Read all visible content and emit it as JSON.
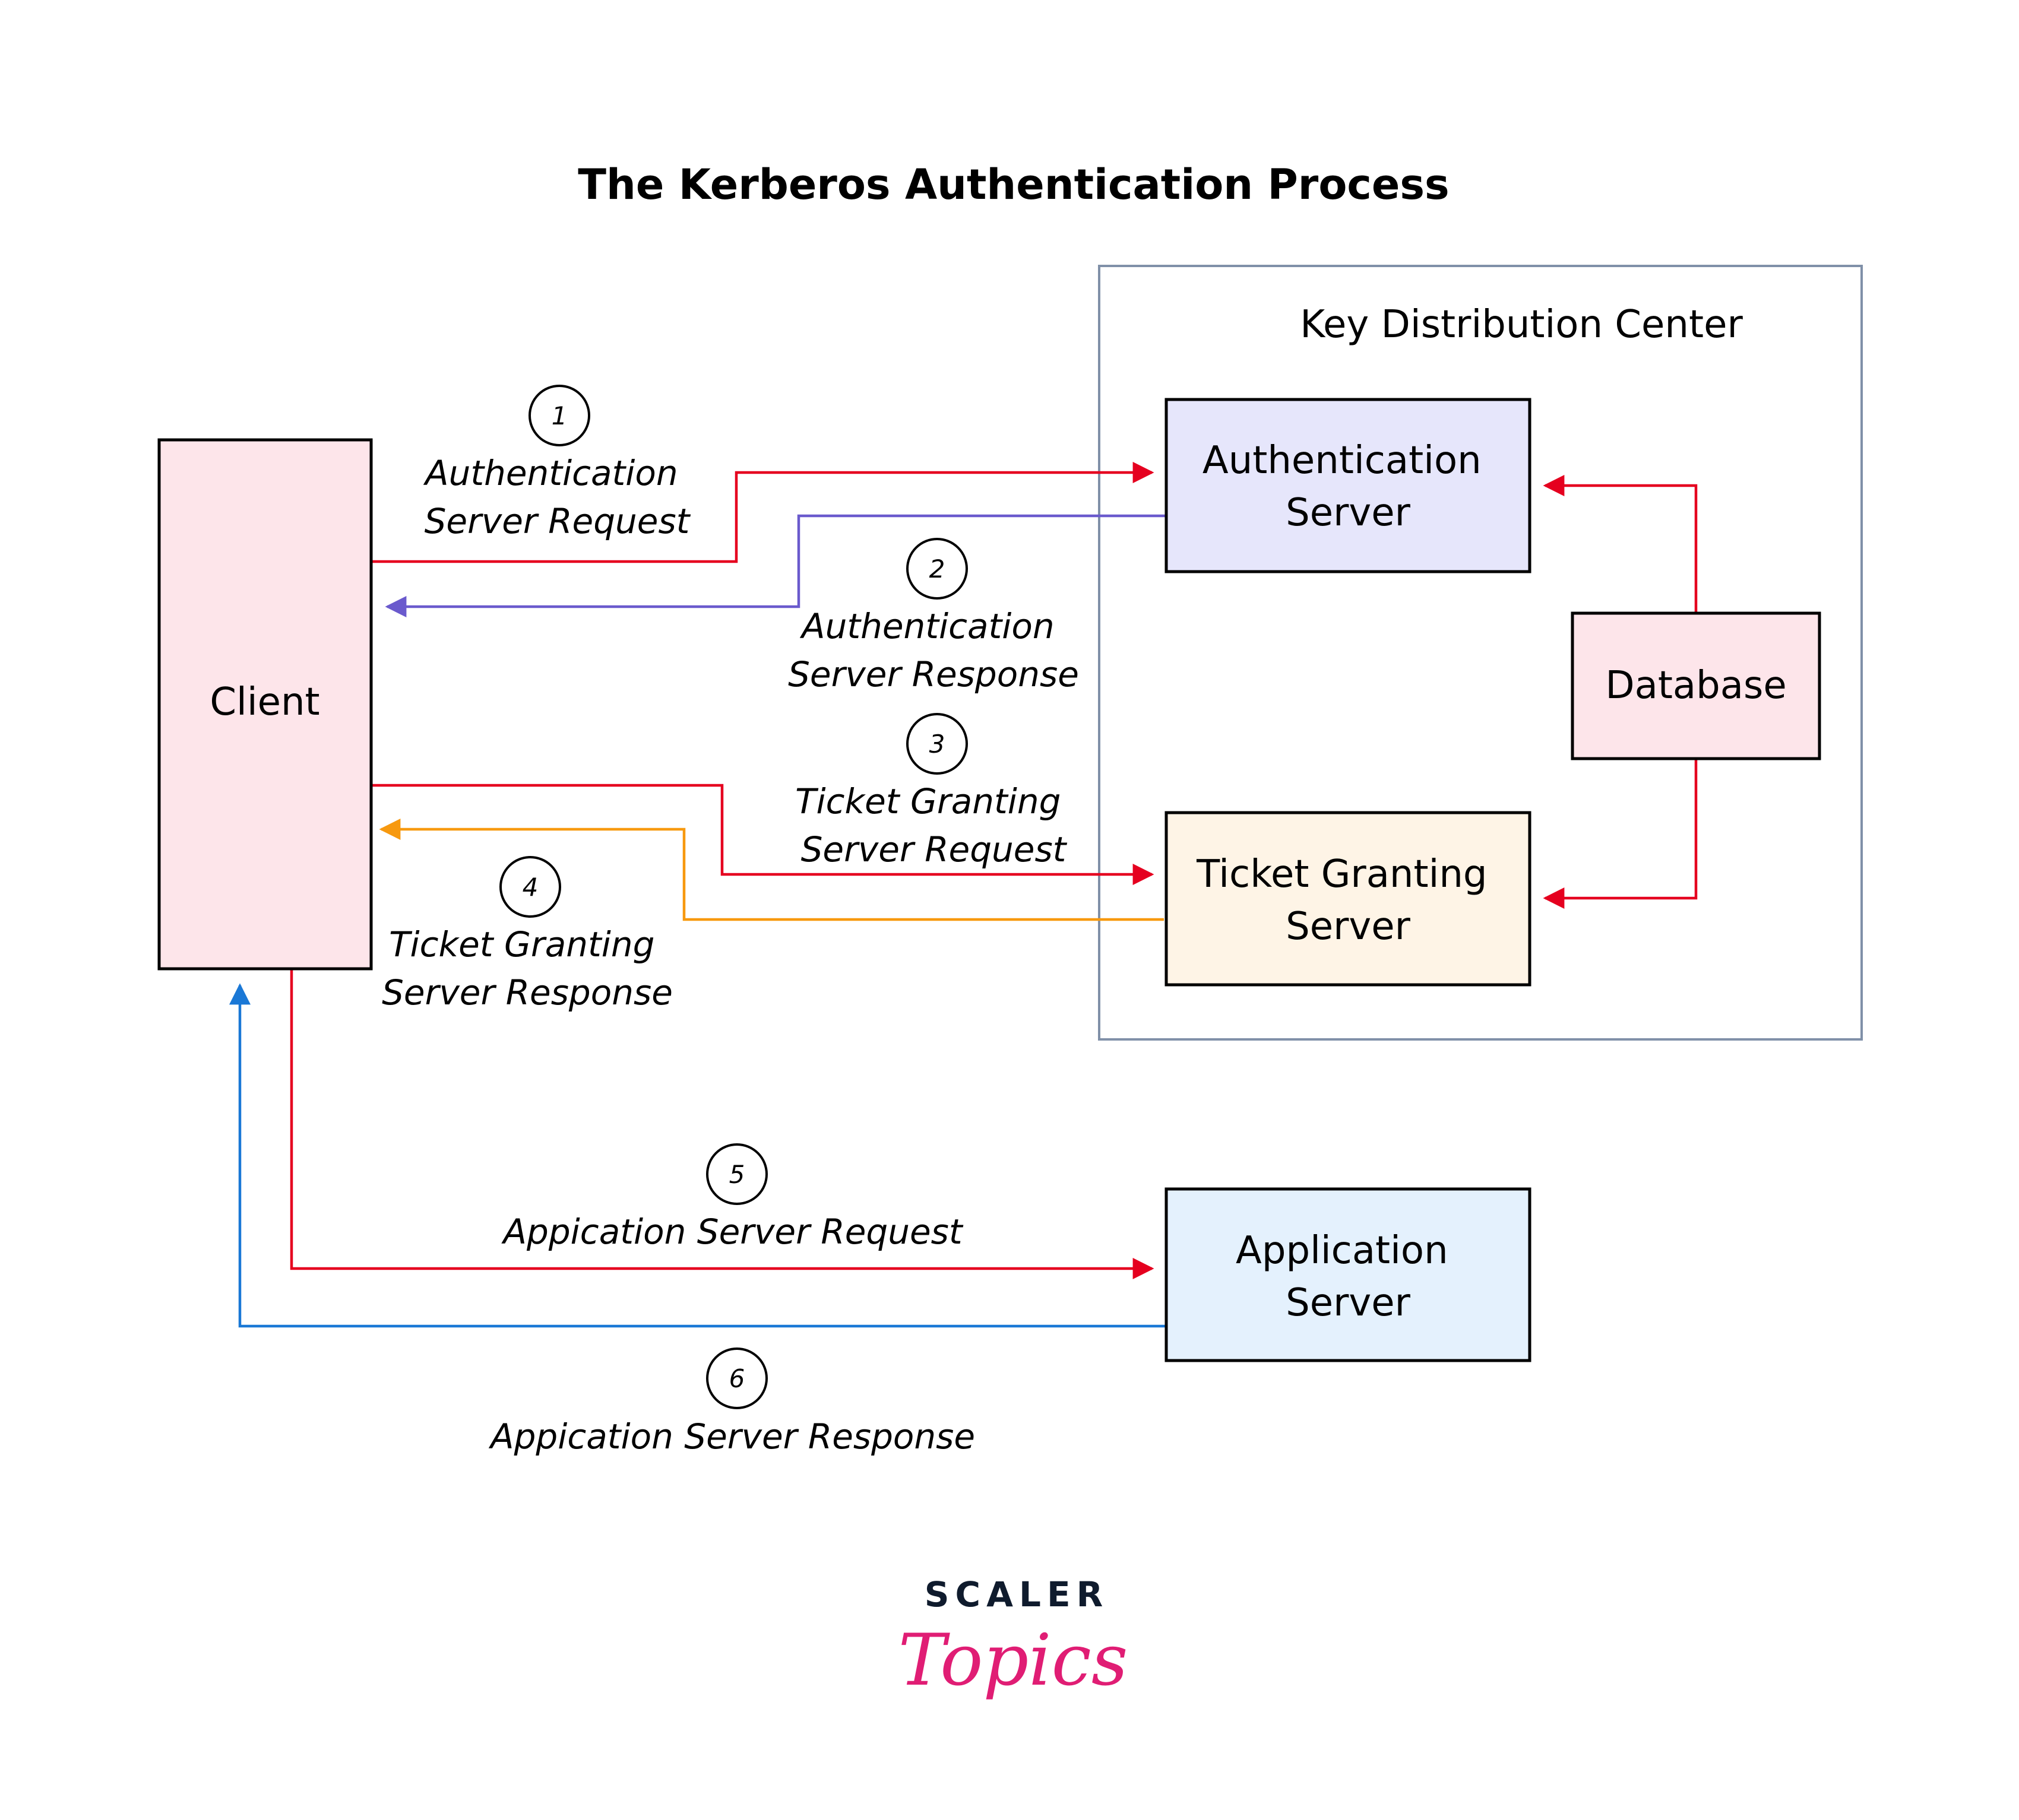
{
  "title": "The Kerberos Authentication Process",
  "kdc": {
    "label": "Key Distribution Center"
  },
  "nodes": {
    "client": {
      "lines": [
        "Client"
      ]
    },
    "authentication_server": {
      "lines": [
        "Authentication",
        "Server"
      ]
    },
    "ticket_granting_server": {
      "lines": [
        "Ticket Granting",
        "Server"
      ]
    },
    "database": {
      "lines": [
        "Database"
      ]
    },
    "application_server": {
      "lines": [
        "Application",
        "Server"
      ]
    }
  },
  "steps": [
    {
      "number": "1",
      "lines": [
        "Authentication",
        "Server Request"
      ]
    },
    {
      "number": "2",
      "lines": [
        "Authentication",
        "Server Response"
      ]
    },
    {
      "number": "3",
      "lines": [
        "Ticket Granting",
        "Server Request"
      ]
    },
    {
      "number": "4",
      "lines": [
        "Ticket Granting",
        "Server Response"
      ]
    },
    {
      "number": "5",
      "lines": [
        "Appication Server Request"
      ]
    },
    {
      "number": "6",
      "lines": [
        "Appication Server Response"
      ]
    }
  ],
  "colors": {
    "client_fill": "#FDE5EA",
    "authentication_server_fill": "#E6E6FB",
    "ticket_granting_server_fill": "#FEF4E6",
    "database_fill": "#FDE5EA",
    "application_server_fill": "#E4F1FD",
    "request_arrow": "#E5001F",
    "as_response_arrow": "#6A5ACD",
    "tgs_response_arrow": "#F7990F",
    "app_response_arrow": "#1A78D6",
    "kdc_border": "#8090A8",
    "logo_dark": "#0F1B2D",
    "logo_pink": "#E01D74"
  },
  "logo": {
    "top": "SCALER",
    "bottom": "Topics"
  }
}
